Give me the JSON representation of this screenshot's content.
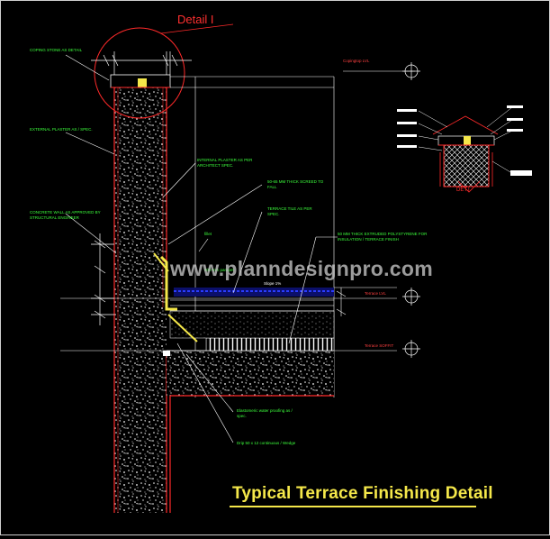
{
  "drawing": {
    "title": "Typical Terrace Finishing Detail",
    "watermark": "www.planndesignpro.com",
    "detail_label": "Detail I",
    "detail_label_small": "DET.I"
  },
  "colors": {
    "background": "#000000",
    "concrete_outline": "#ff2a2a",
    "hatch": "#ffffff",
    "annotation_green": "#3cff3c",
    "title_yellow": "#f5e84a",
    "waterproof_yellow": "#f5e84a",
    "membrane_blue": "#2a3cff"
  },
  "annotations": {
    "coping": "COPING STONE AS DETAIL",
    "external_plaster": "EXTERNAL PLASTER AS / SPEC.",
    "concrete_parapet": "CONCRETE WALL AS APPROVED BY STRUCTURAL ENGINEER",
    "internal_plaster": "INTERNAL PLASTER AS PER ARCHITECT SPEC.",
    "fillet": "fillet",
    "parapet_height": "600 mm parapet",
    "screed": "50-65 MM THICK SCREED TO FALL",
    "tile": "TERRACE TILE AS PER SPEC.",
    "insulation": "50 MM THICK EXTRUDED POLYSTYRENE FOR INSULATION / TERRACE FINISH",
    "slope": "Slope 1%",
    "waterproof": "Elastomeric water proofing as / spec.",
    "drip": "Drip 50 x 12 continuous / Wedge",
    "level_top": "Copingtop LVL",
    "level_terrace": "Terrace LVL",
    "level_slab": "Terrace SOFFIT"
  }
}
